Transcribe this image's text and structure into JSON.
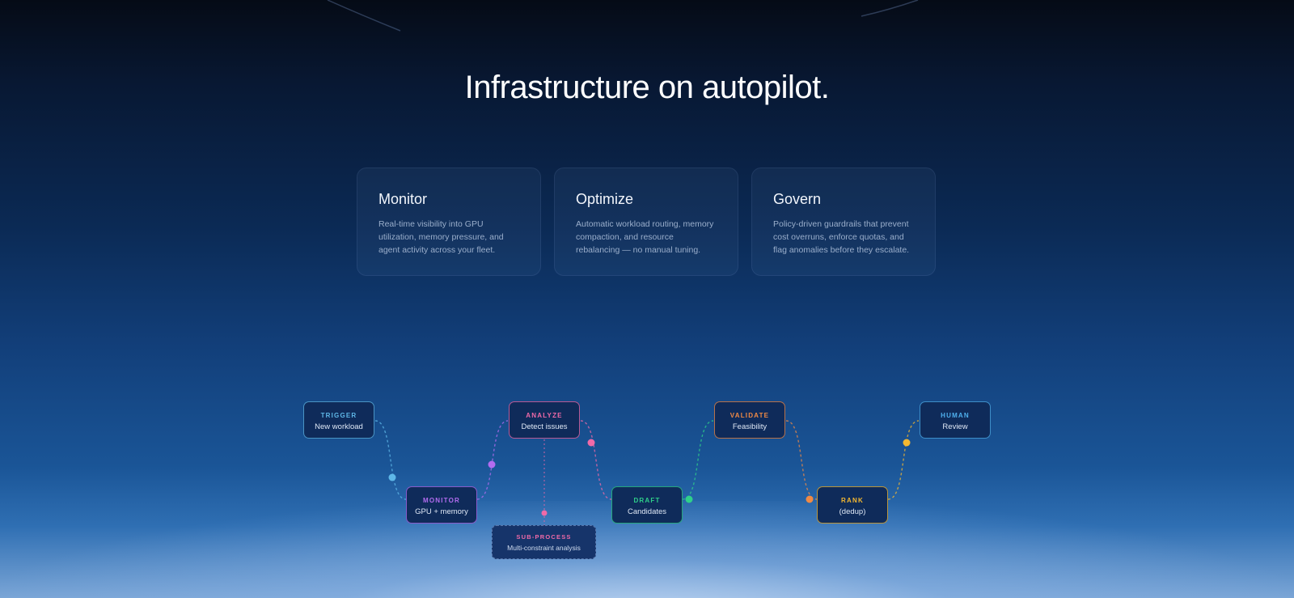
{
  "headline": "Infrastructure on autopilot.",
  "cards": [
    {
      "title": "Monitor",
      "body": "Real-time visibility into GPU utilization, memory pressure, and agent activity across your fleet."
    },
    {
      "title": "Optimize",
      "body": "Automatic workload routing, memory compaction, and resource rebalancing — no manual tuning."
    },
    {
      "title": "Govern",
      "body": "Policy-driven guardrails that prevent cost overruns, enforce quotas, and flag anomalies before they escalate."
    }
  ],
  "flow": {
    "nodes": [
      {
        "tag": "TRIGGER",
        "label": "New workload",
        "color": "#5fb8e8"
      },
      {
        "tag": "MONITOR",
        "label": "GPU + memory",
        "color": "#b36cf0"
      },
      {
        "tag": "ANALYZE",
        "label": "Detect issues",
        "color": "#f06aa8"
      },
      {
        "tag": "DRAFT",
        "label": "Candidates",
        "color": "#2fd08a"
      },
      {
        "tag": "VALIDATE",
        "label": "Feasibility",
        "color": "#f08a45"
      },
      {
        "tag": "RANK",
        "label": "(dedup)",
        "color": "#f4b830"
      },
      {
        "tag": "HUMAN",
        "label": "Review",
        "color": "#4fb0ee"
      }
    ],
    "subprocess": {
      "tag": "SUB-PROCESS",
      "label": "Multi-constraint analysis",
      "color": "#f06aa8"
    }
  }
}
